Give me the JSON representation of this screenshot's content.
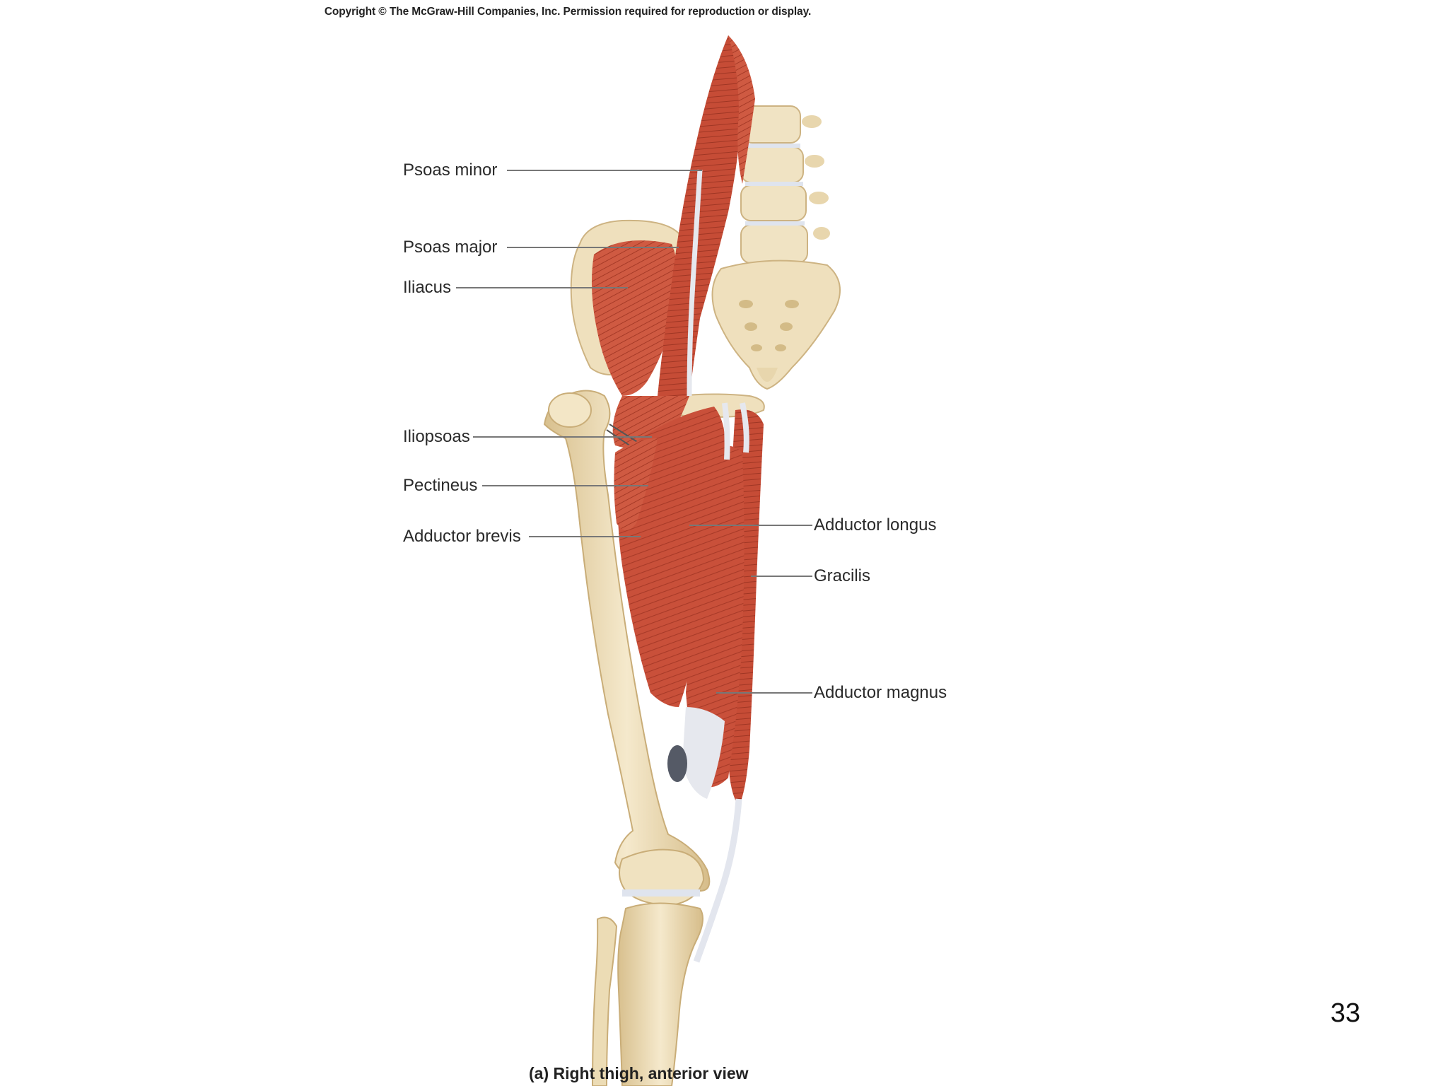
{
  "copyright": "Copyright © The McGraw-Hill Companies, Inc. Permission required for reproduction or display.",
  "labels": {
    "psoas_minor": "Psoas minor",
    "psoas_major": "Psoas major",
    "iliacus": "Iliacus",
    "iliopsoas": "Iliopsoas",
    "pectineus": "Pectineus",
    "adductor_brevis": "Adductor brevis",
    "adductor_longus": "Adductor longus",
    "gracilis": "Gracilis",
    "adductor_magnus": "Adductor magnus"
  },
  "caption": "(a)  Right thigh, anterior view",
  "slide_number": "33",
  "colors": {
    "muscle": "#c9503a",
    "muscle_dark": "#a83a28",
    "bone": "#efe0bd",
    "bone_shadow": "#d9c290",
    "tendon": "#e6e8ee",
    "leader_line": "#777777"
  }
}
